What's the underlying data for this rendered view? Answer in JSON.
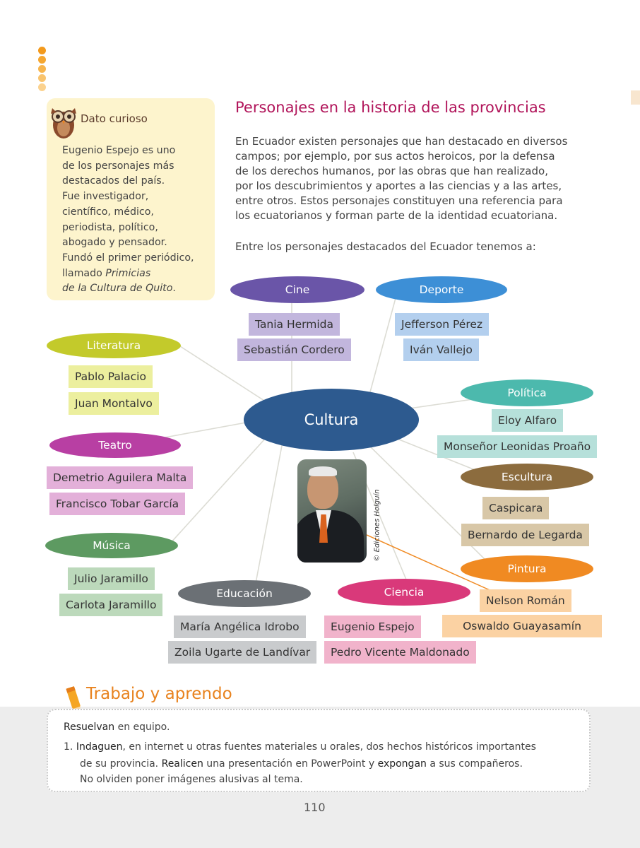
{
  "dato_curioso": {
    "title": "Dato curioso",
    "lines": [
      "Eugenio Espejo es uno",
      "de los personajes más",
      "destacados del país.",
      "Fue investigador,",
      "científico, médico,",
      "periodista, político,",
      "abogado y pensador.",
      "Fundó el primer periódico,",
      "llamado "
    ],
    "italic_1": "Primicias",
    "italic_2": "de la Cultura de Quito",
    "end": "."
  },
  "main": {
    "title": "Personajes en la historia de las provincias",
    "intro_lines": [
      "En Ecuador existen personajes que han destacado en diversos",
      "campos; por ejemplo, por sus actos heroicos, por la defensa",
      "de los derechos humanos, por las obras que han realizado,",
      "por los descubrimientos y aportes a las ciencias y a las artes,",
      "entre otros. Estos personajes constituyen una referencia para",
      "los ecuatorianos y forman parte de la identidad ecuatoriana."
    ],
    "intro2": "Entre los personajes destacados del Ecuador tenemos a:"
  },
  "diagram": {
    "center": "Cultura",
    "categories": {
      "cine": {
        "label": "Cine",
        "color": "#6a55a8",
        "people": [
          "Tania Hermida",
          "Sebastián Cordero"
        ],
        "tag_color": "#c2b6dd"
      },
      "deporte": {
        "label": "Deporte",
        "color": "#3d8fd6",
        "people": [
          "Jefferson Pérez",
          "Iván Vallejo"
        ],
        "tag_color": "#b3cfee"
      },
      "literatura": {
        "label": "Literatura",
        "color": "#c3ca2b",
        "people": [
          "Pablo Palacio",
          "Juan Montalvo"
        ],
        "tag_color": "#ecef9e"
      },
      "politica": {
        "label": "Política",
        "color": "#4cb9ad",
        "people": [
          "Eloy Alfaro",
          "Monseñor Leonidas Proaño"
        ],
        "tag_color": "#b6e0da"
      },
      "teatro": {
        "label": "Teatro",
        "color": "#b83fa3",
        "people": [
          "Demetrio Aguilera Malta",
          "Francisco Tobar García"
        ],
        "tag_color": "#e3b0d9"
      },
      "escultura": {
        "label": "Escultura",
        "color": "#8c6c3e",
        "people": [
          "Caspicara",
          "Bernardo de Legarda"
        ],
        "tag_color": "#d8c7a7"
      },
      "musica": {
        "label": "Música",
        "color": "#5d9a61",
        "people": [
          "Julio Jaramillo",
          "Carlota Jaramillo"
        ],
        "tag_color": "#bcd9bb"
      },
      "pintura": {
        "label": "Pintura",
        "color": "#f08a22",
        "people": [
          "Nelson Román",
          "Oswaldo Guayasamín"
        ],
        "tag_color": "#fbd2a3"
      },
      "educacion": {
        "label": "Educación",
        "color": "#6b7075",
        "people": [
          "María Angélica Idrobo",
          "Zoila Ugarte de Landívar"
        ],
        "tag_color": "#c9cbcd"
      },
      "ciencia": {
        "label": "Ciencia",
        "color": "#d9397a",
        "people": [
          "Eugenio Espejo",
          "Pedro Vicente Maldonado"
        ],
        "tag_color": "#f1b3cb"
      }
    },
    "center_color": "#2d5a8f",
    "photo_credit": "© Ediciones Holguín"
  },
  "trabajo": {
    "title": "Trabajo y aprendo",
    "line1_verb": "Resuelvan",
    "line1_rest": " en equipo.",
    "item_num": "1. ",
    "item_verb1": "Indaguen",
    "item_text1": ", en internet u otras fuentes materiales u orales, dos hechos históricos importantes",
    "item_text2a": "de su provincia. ",
    "item_verb2": "Realicen",
    "item_text2b": " una presentación en PowerPoint y ",
    "item_verb3": "expongan",
    "item_text2c": " a sus compañeros.",
    "item_text3": "No olviden poner imágenes alusivas al tema."
  },
  "page_number": "110",
  "colors": {
    "dot": "#f5a623",
    "title": "#b1145a",
    "accent": "#e8831f"
  }
}
